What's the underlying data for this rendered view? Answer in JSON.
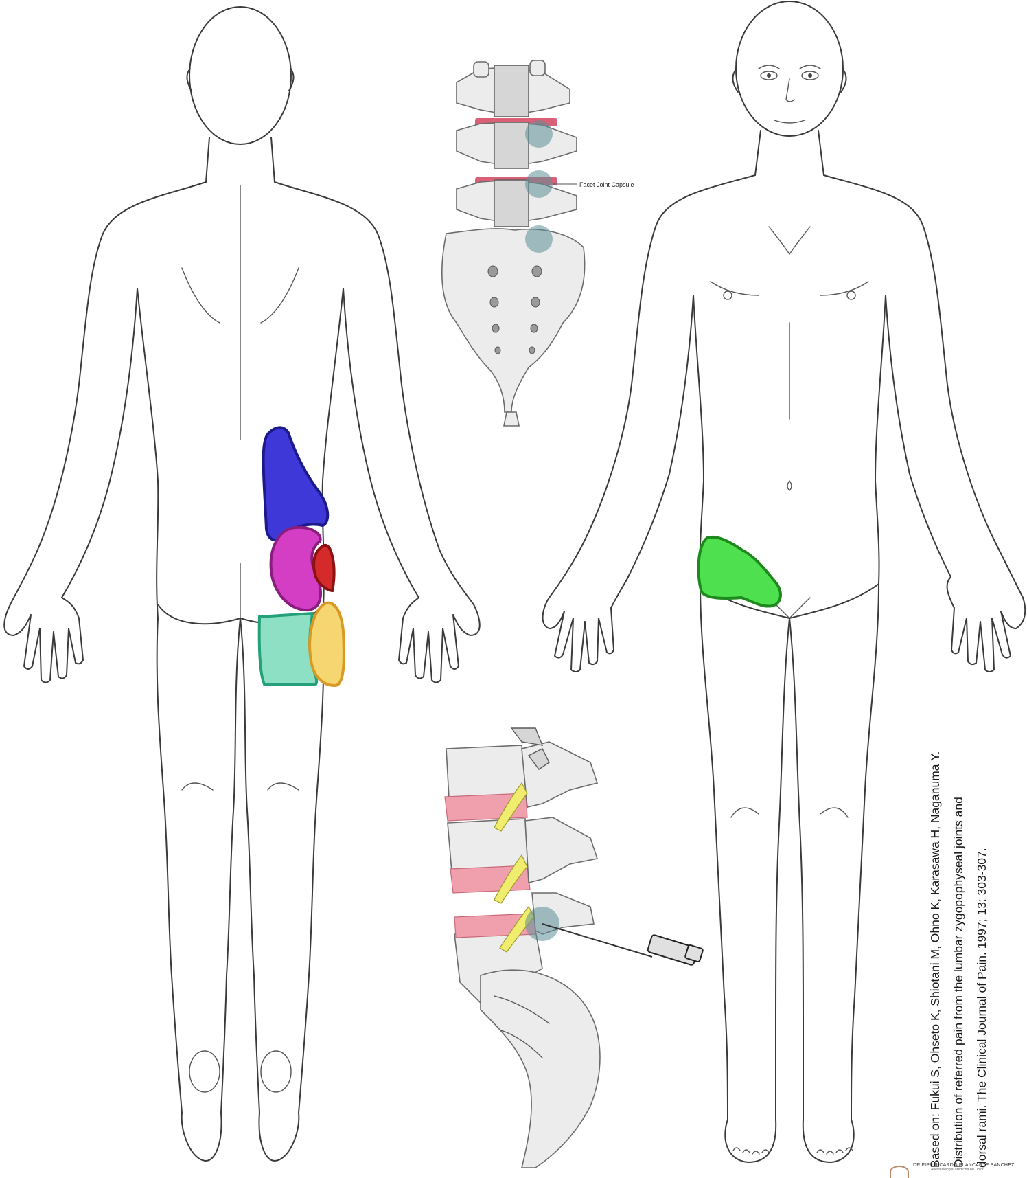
{
  "labels": {
    "facet_joint_capsule": "Facet Joint Capsule"
  },
  "citation": {
    "line1": "Based on: Fukui S, Ohseto K, Shiotani M, Ohno K, Karasawa H, Naganuma Y.",
    "line2": "Distribution of referred pain from the lumbar zygopophyseal joints and",
    "line3": "dorsal rami.  The Clinical Journal of Pain. 1997; 13: 303-307."
  },
  "signature": {
    "name": "DR.FIPP RICARDO PLANCARTE SANCHEZ",
    "subtitle": "Anestesiologia, Medicina del Dolor"
  },
  "colors": {
    "blue_region": "#3f38d8",
    "magenta_region": "#d43ec4",
    "red_region": "#d42a2a",
    "teal_region": "#8ee0c4",
    "yellow_region": "#f6d670",
    "green_region": "#4ee04e",
    "disc": "#d2445e",
    "nerve": "#f0ec6e",
    "facet_marker": "#5f8f98"
  }
}
